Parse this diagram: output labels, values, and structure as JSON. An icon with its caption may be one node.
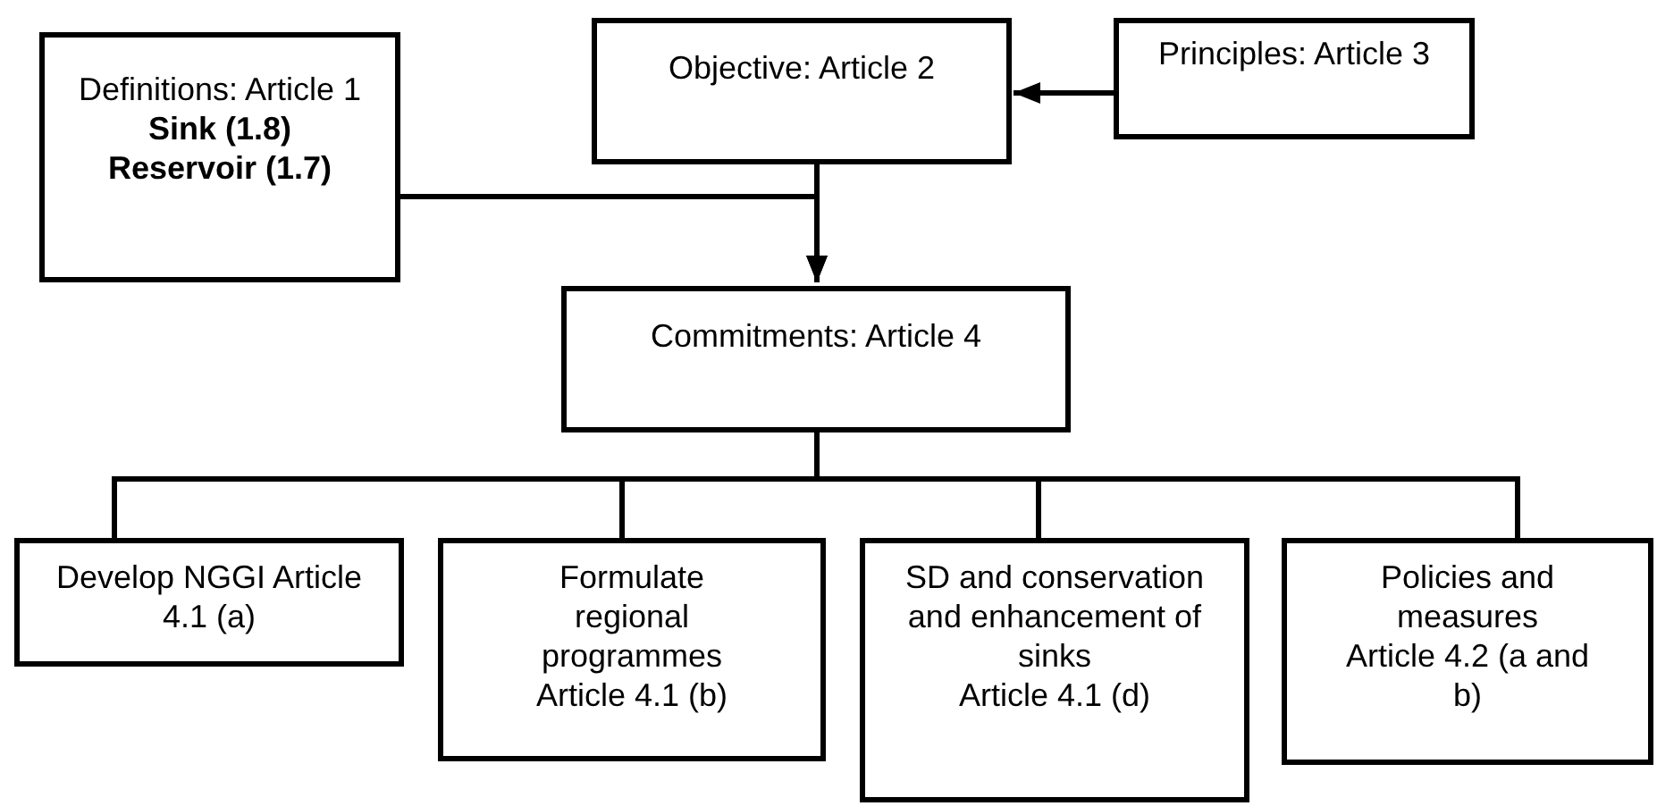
{
  "diagram": {
    "nodes": [
      {
        "text": [
          "Definitions: Article 1",
          "Sink (1.8)",
          "Reservoir (1.7)"
        ]
      },
      {
        "text": [
          "Objective: Article 2"
        ]
      },
      {
        "text": [
          "Principles: Article 3"
        ]
      },
      {
        "text": [
          "Commitments: Article 4"
        ]
      },
      {
        "text": [
          "Develop NGGI Article 4.1 (a)"
        ]
      },
      {
        "text": [
          "Formulate regional programmes",
          "Article 4.1 (b)"
        ]
      },
      {
        "text": [
          "SD and conservation and enhancement of sinks",
          "Article 4.1 (d)"
        ]
      },
      {
        "text": [
          "Policies and measures",
          "Article 4.2 (a and b)"
        ]
      }
    ],
    "edges": [
      {
        "from": 2,
        "to": 1,
        "arrow": "to"
      },
      {
        "from": 1,
        "to": 3,
        "arrow": "to"
      },
      {
        "from": 0,
        "to": 3,
        "arrow": "to"
      },
      {
        "from": 3,
        "to": 4,
        "arrow": "none"
      },
      {
        "from": 3,
        "to": 5,
        "arrow": "none"
      },
      {
        "from": 3,
        "to": 6,
        "arrow": "none"
      },
      {
        "from": 3,
        "to": 7,
        "arrow": "none"
      }
    ]
  }
}
